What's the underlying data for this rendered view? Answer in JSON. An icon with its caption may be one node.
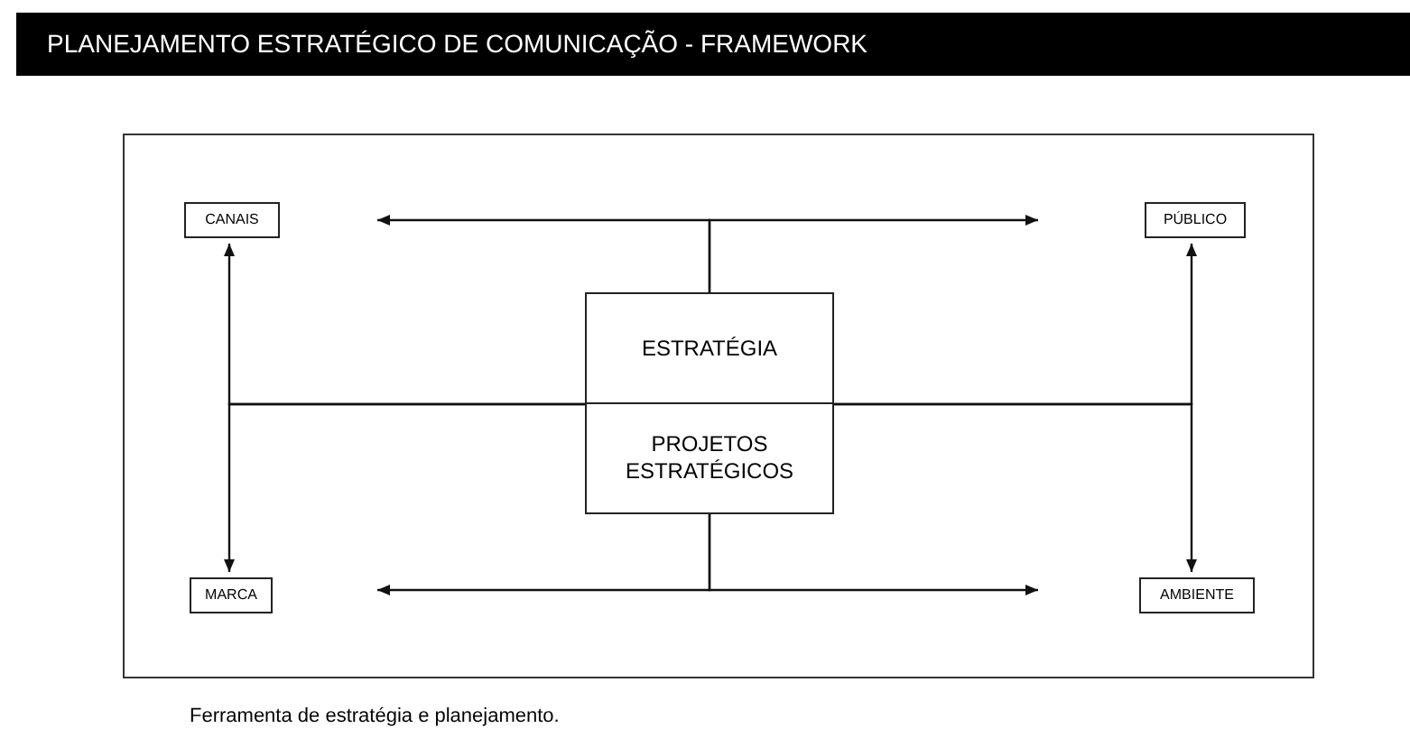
{
  "diagram": {
    "title": "PLANEJAMENTO ESTRATÉGICO DE COMUNICAÇÃO - FRAMEWORK",
    "caption": "Ferramenta de estratégia e planejamento.",
    "nodes": [
      {
        "text": [
          "CANAIS"
        ]
      },
      {
        "text": [
          "PÚBLICO"
        ]
      },
      {
        "text": [
          "ESTRATÉGIA"
        ]
      },
      {
        "text": [
          "PROJETOS ESTRATÉGICOS"
        ]
      },
      {
        "text": [
          "MARCA"
        ]
      },
      {
        "text": [
          "AMBIENTE"
        ]
      }
    ],
    "edges": [
      {
        "from": 2,
        "to": null,
        "arrow": "to"
      },
      {
        "from": 2,
        "to": null,
        "arrow": "to"
      },
      {
        "from": 2,
        "to": 0,
        "arrow": "to"
      },
      {
        "from": 2,
        "to": 4,
        "arrow": "to"
      },
      {
        "from": 2,
        "to": 1,
        "arrow": "to"
      },
      {
        "from": 2,
        "to": 5,
        "arrow": "to"
      },
      {
        "from": 3,
        "to": null,
        "arrow": "to"
      },
      {
        "from": 3,
        "to": null,
        "arrow": "to"
      }
    ]
  }
}
